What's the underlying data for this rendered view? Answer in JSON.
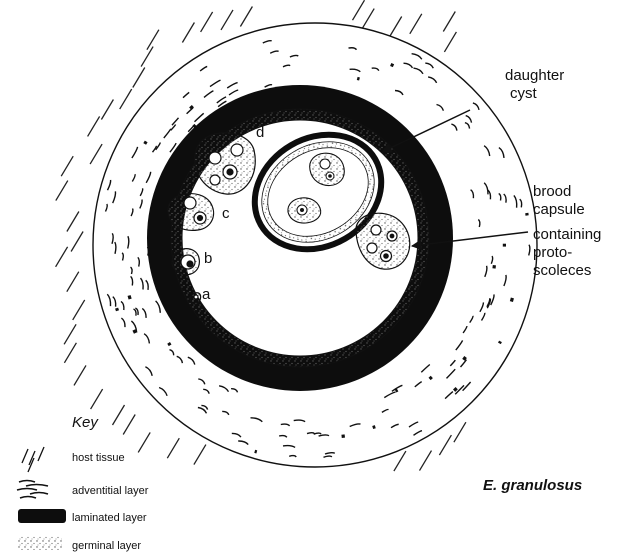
{
  "colors": {
    "ink": "#111111",
    "laminated": "#0d0d0d",
    "germinal_dots": "#555555",
    "background": "#ffffff"
  },
  "stage_labels": {
    "a": "a",
    "b": "b",
    "c": "c",
    "d": "d"
  },
  "callouts": {
    "daughter_cyst": [
      "daughter",
      "cyst"
    ],
    "brood_capsule": [
      "brood",
      "capsule",
      "containing",
      "proto-",
      "scoleces"
    ]
  },
  "species": "E. granulosus",
  "key": {
    "title": "Key",
    "items": [
      {
        "label": "host tissue",
        "icon": "hatch-icon"
      },
      {
        "label": "adventitial layer",
        "icon": "dash-cluster-icon"
      },
      {
        "label": "laminated layer",
        "icon": "black-bar-icon"
      },
      {
        "label": "germinal layer",
        "icon": "stipple-icon"
      }
    ]
  }
}
